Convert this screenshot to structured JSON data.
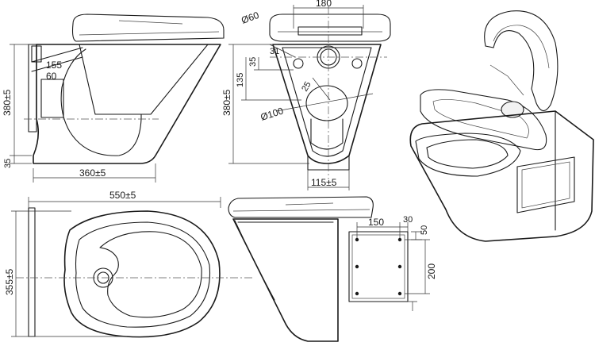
{
  "dimensions": {
    "side_height": "380±5",
    "side_base": "35",
    "side_width": "360±5",
    "side_outlet": "155",
    "side_outlet_small": "60",
    "front_top_width": "180",
    "front_top_dia": "Ø60",
    "front_height": "380±5",
    "front_135": "135",
    "front_35": "35",
    "front_31": "31",
    "front_25": "25",
    "front_dia100": "Ø100",
    "front_bottom": "115±5",
    "top_length": "550±5",
    "top_width": "355±5",
    "plate_150": "150",
    "plate_30": "30",
    "plate_50": "50",
    "plate_200": "200"
  }
}
